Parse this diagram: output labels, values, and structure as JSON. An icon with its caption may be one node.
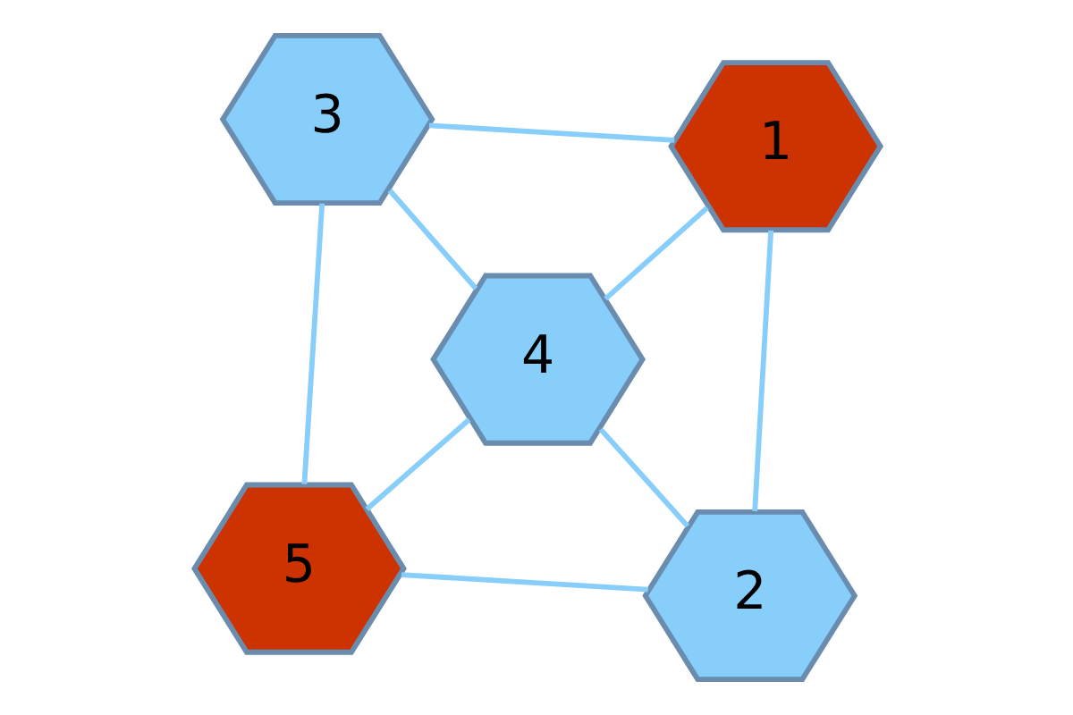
{
  "diagram": {
    "nodes": [
      {
        "text": [
          "5"
        ]
      },
      {
        "text": [
          "2"
        ]
      },
      {
        "text": [
          "4"
        ]
      },
      {
        "text": [
          "3"
        ]
      },
      {
        "text": [
          "1"
        ]
      }
    ],
    "edges": [
      {
        "from": 0,
        "to": 1,
        "arrow": "none"
      },
      {
        "from": 0,
        "to": 2,
        "arrow": "none"
      },
      {
        "from": 0,
        "to": 3,
        "arrow": "none"
      },
      {
        "from": 1,
        "to": 2,
        "arrow": "none"
      },
      {
        "from": 1,
        "to": 4,
        "arrow": "none"
      },
      {
        "from": 2,
        "to": 3,
        "arrow": "none"
      },
      {
        "from": 2,
        "to": 4,
        "arrow": "none"
      },
      {
        "from": 3,
        "to": 4,
        "arrow": "none"
      }
    ]
  }
}
